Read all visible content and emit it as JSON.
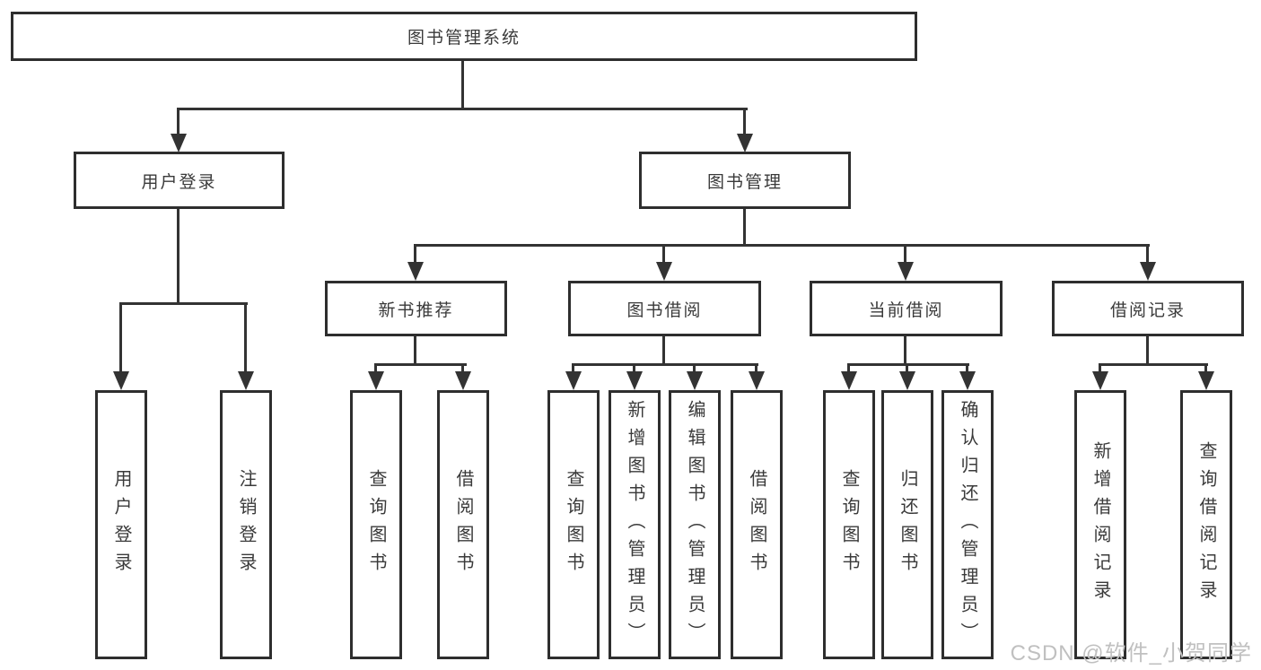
{
  "nodes": {
    "root": "图书管理系统",
    "login": "用户登录",
    "mgmt": "图书管理",
    "login_children": [
      "用户登录",
      "注销登录"
    ],
    "groups": [
      {
        "label": "新书推荐",
        "children": [
          "查询图书",
          "借阅图书"
        ]
      },
      {
        "label": "图书借阅",
        "children": [
          "查询图书",
          "新增图书（管理员）",
          "编辑图书（管理员）",
          "借阅图书"
        ]
      },
      {
        "label": "当前借阅",
        "children": [
          "查询图书",
          "归还图书",
          "确认归还（管理员）"
        ]
      },
      {
        "label": "借阅记录",
        "children": [
          "新增借阅记录",
          "查询借阅记录"
        ]
      }
    ]
  },
  "watermark": "CSDN @软件_小贺同学",
  "colors": {
    "line": "#333333",
    "border": "#2e2e2e",
    "fill": "#ffffff",
    "text": "#3a3a3a",
    "watermark": "#c0c0c0",
    "background": "#ffffff"
  }
}
